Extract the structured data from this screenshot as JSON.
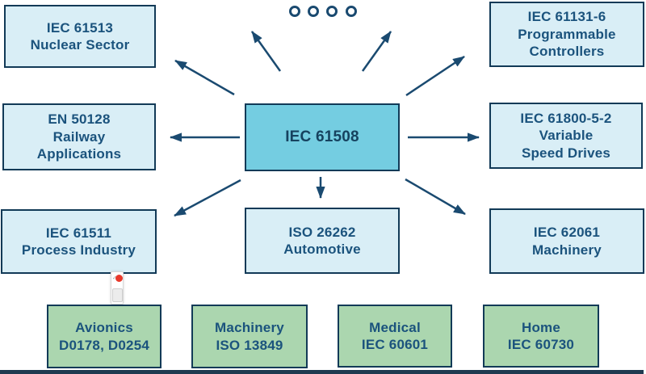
{
  "colors": {
    "light_box_fill": "#d9eef6",
    "center_box_fill": "#74cde1",
    "green_box_fill": "#abd6af",
    "box_border": "#123a57",
    "box_text": "#1b537d",
    "arrow": "#1a4a70",
    "bottom_bar": "#1f3a50",
    "artifact_red": "#e8392b"
  },
  "center": {
    "label": "IEC 61508"
  },
  "standards": {
    "nuclear": {
      "line1": "IEC 61513",
      "line2": "Nuclear Sector"
    },
    "plc": {
      "line1": "IEC 61131-6",
      "line2": "Programmable",
      "line3": "Controllers"
    },
    "railway": {
      "line1": "EN 50128",
      "line2": "Railway",
      "line3": "Applications"
    },
    "drives": {
      "line1": "IEC 61800-5-2",
      "line2": "Variable",
      "line3": "Speed Drives"
    },
    "process": {
      "line1": "IEC 61511",
      "line2": "Process Industry"
    },
    "automotive": {
      "line1": "ISO 26262",
      "line2": "Automotive"
    },
    "machinery": {
      "line1": "IEC 62061",
      "line2": "Machinery"
    }
  },
  "sector_boxes": {
    "avionics": {
      "line1": "Avionics",
      "line2": "D0178, D0254"
    },
    "machinery_iso": {
      "line1": "Machinery",
      "line2": "ISO 13849"
    },
    "medical": {
      "line1": "Medical",
      "line2": "IEC 60601"
    },
    "home": {
      "line1": "Home",
      "line2": "IEC 60730"
    }
  },
  "decorations": {
    "carousel_dot_count": "4"
  }
}
